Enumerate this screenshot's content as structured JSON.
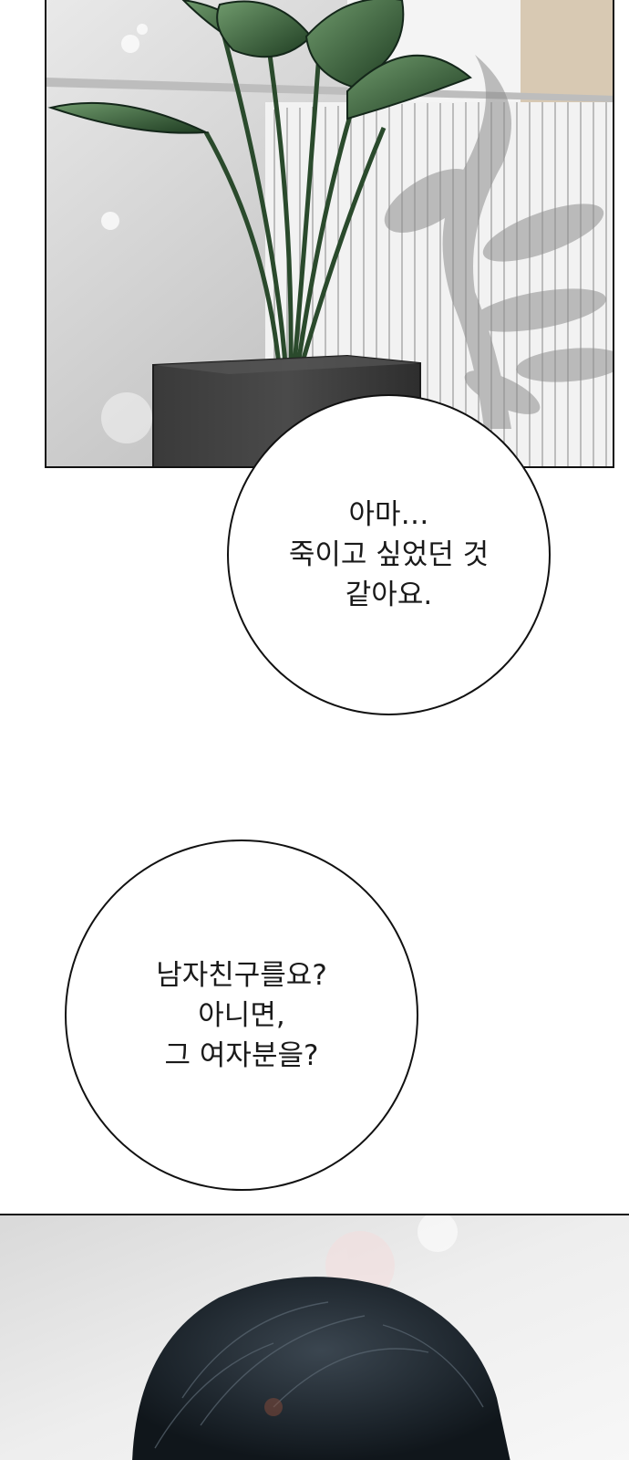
{
  "speech": {
    "bubble1": [
      "아마…",
      "죽이고 싶었던 것",
      "같아요."
    ],
    "bubble2": [
      "남자친구를요?",
      "아니면,",
      "그 여자분을?"
    ]
  }
}
